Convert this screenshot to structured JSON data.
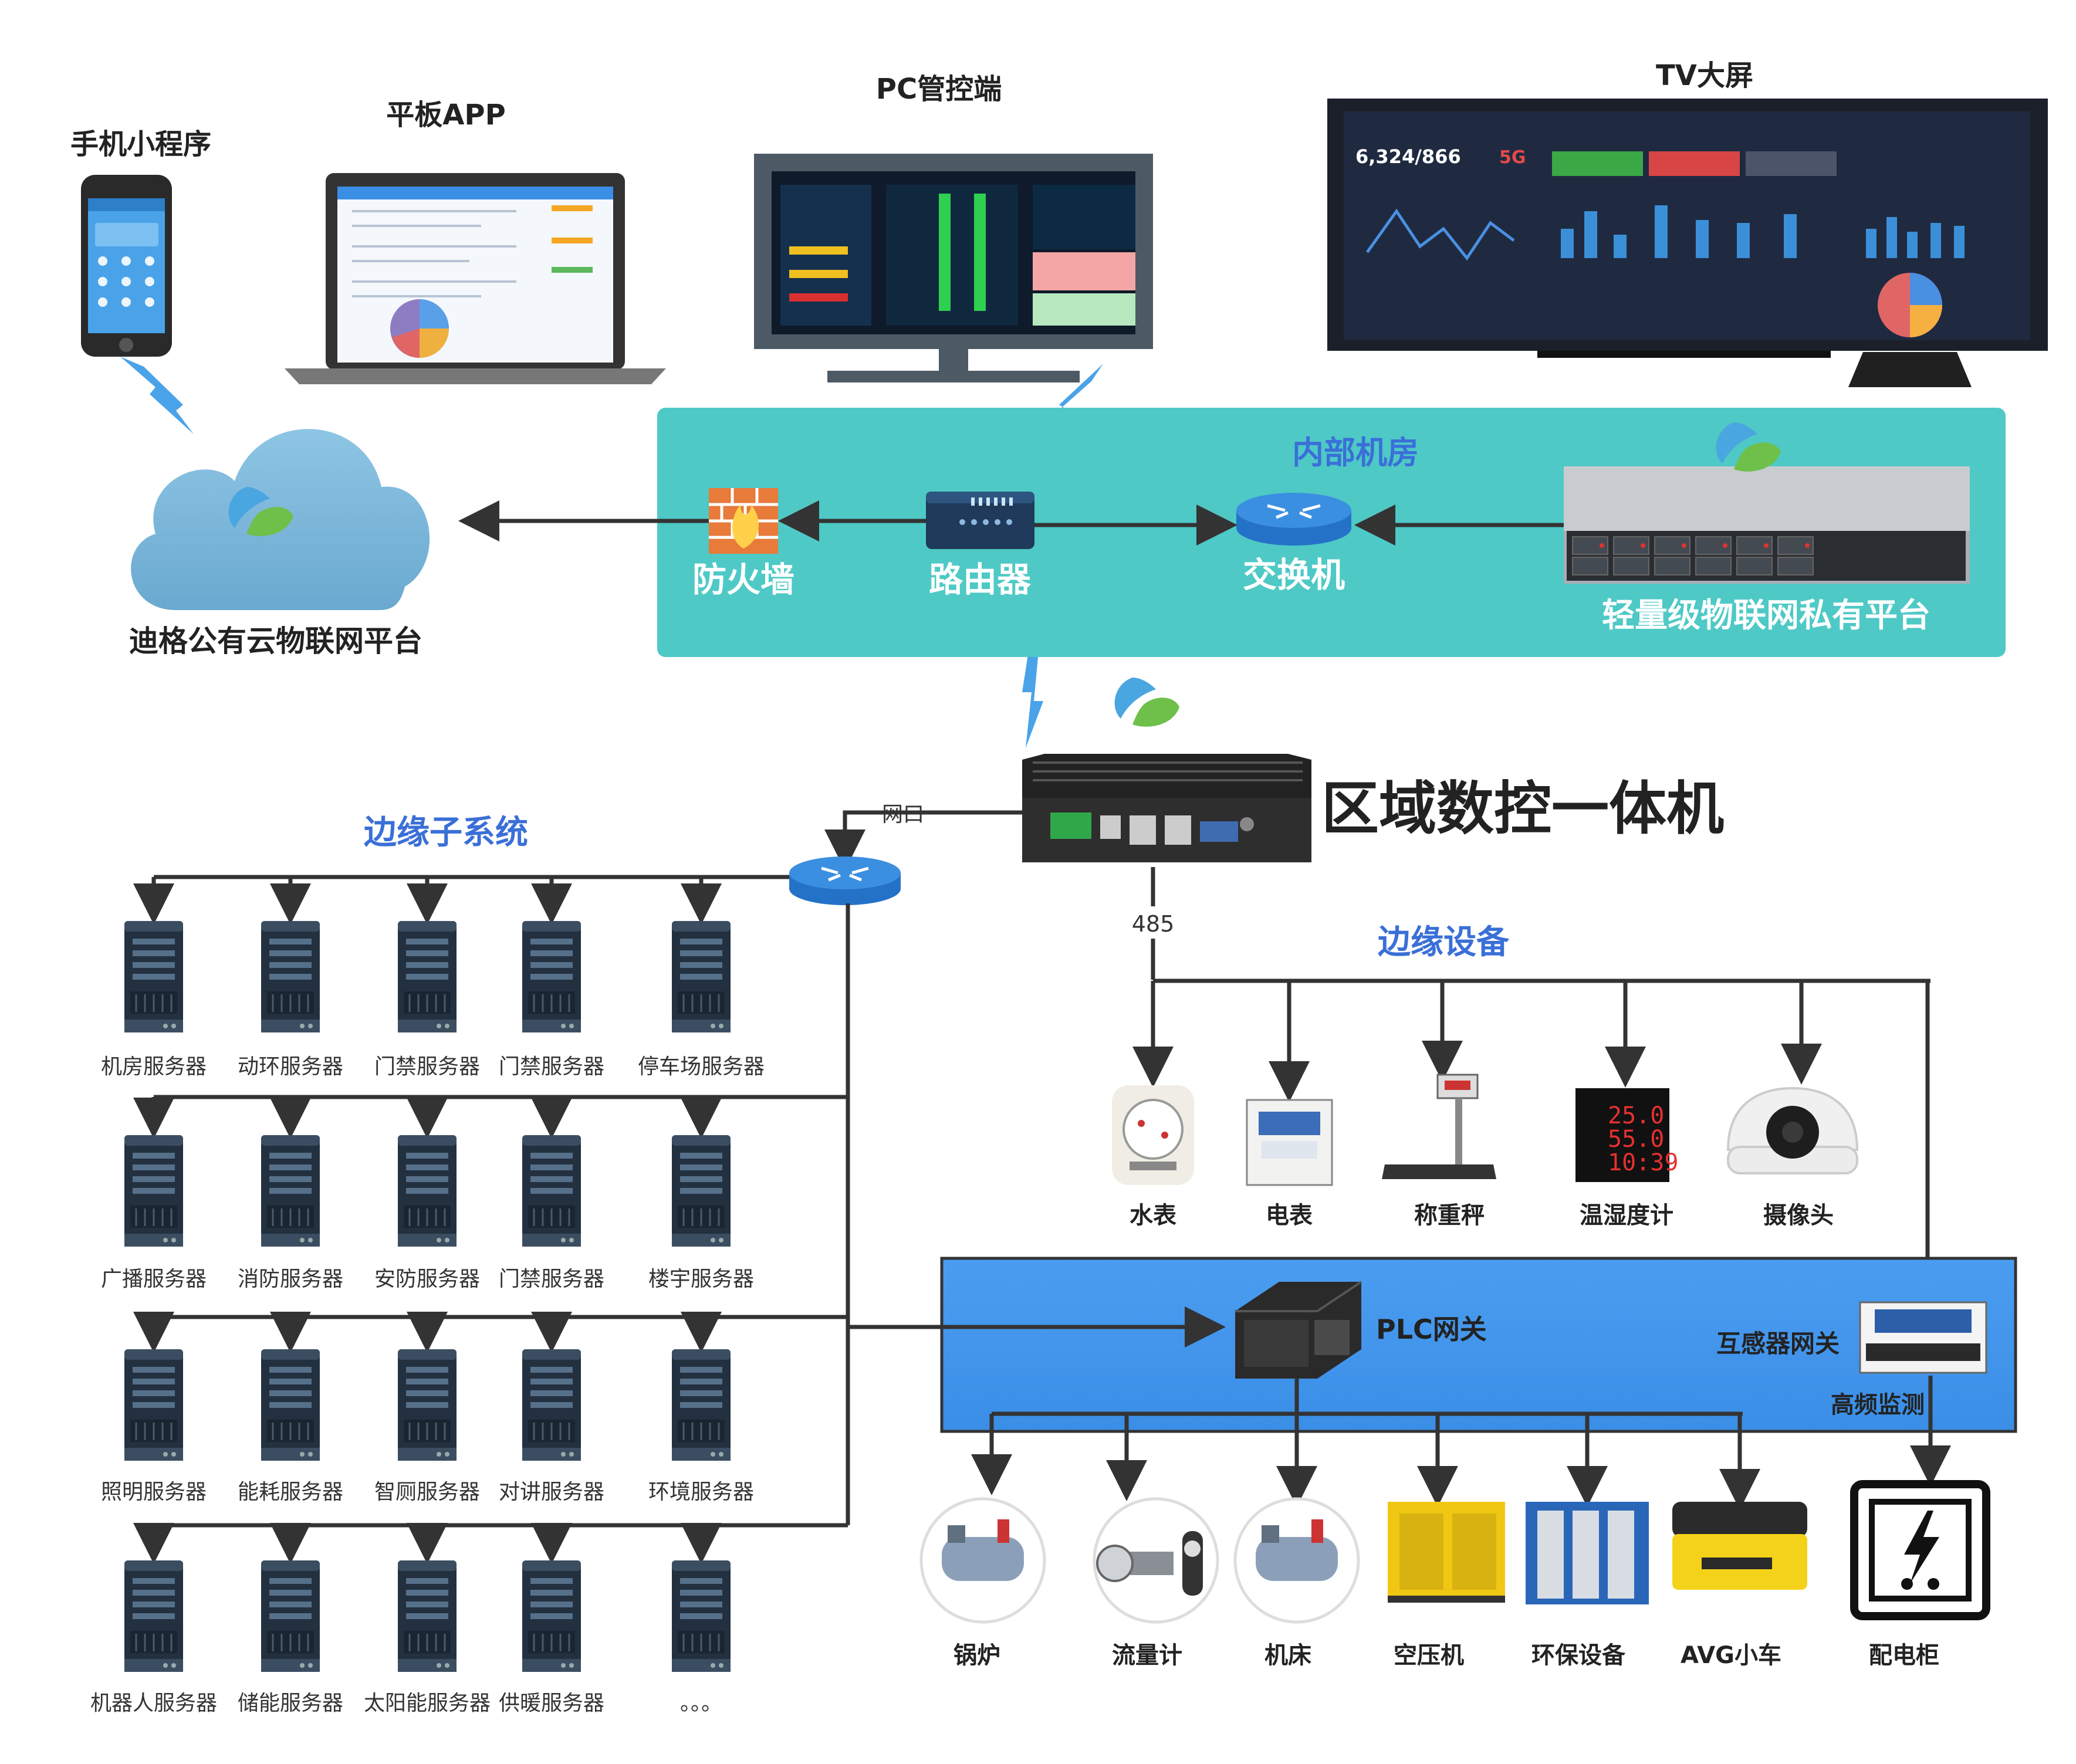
{
  "clients": {
    "phone_label": "手机小程序",
    "tablet_label": "平板APP",
    "pc_label": "PC管控端",
    "tv_label": "TV大屏",
    "tv_number": "6,324/866",
    "tv_badge": "5G"
  },
  "cloud": {
    "label": "迪格公有云物联网平台"
  },
  "internal_room": {
    "title": "内部机房",
    "firewall": "防火墙",
    "router": "路由器",
    "switch": "交换机",
    "private_platform": "轻量级物联网私有平台"
  },
  "controller": {
    "label": "区域数控一体机",
    "port_label": "网口",
    "bus_label": "485"
  },
  "edge_subsystem": {
    "title": "边缘子系统",
    "rows": [
      [
        "机房服务器",
        "动环服务器",
        "门禁服务器",
        "门禁服务器",
        "停车场服务器"
      ],
      [
        "广播服务器",
        "消防服务器",
        "安防服务器",
        "门禁服务器",
        "楼宇服务器"
      ],
      [
        "照明服务器",
        "能耗服务器",
        "智厕服务器",
        "对讲服务器",
        "环境服务器"
      ],
      [
        "机器人服务器",
        "储能服务器",
        "太阳能服务器",
        "供暖服务器",
        "。。。"
      ]
    ]
  },
  "edge_devices": {
    "title": "边缘设备",
    "items": [
      "水表",
      "电表",
      "称重秤",
      "温湿度计",
      "摄像头"
    ],
    "thermo_readings": [
      "25.0",
      "55.0",
      "10:39"
    ]
  },
  "gateway_panel": {
    "plc": "PLC网关",
    "sensor_gateway": "互感器网关",
    "hf_monitor": "高频监测"
  },
  "equipment": {
    "items": [
      "锅炉",
      "流量计",
      "机床",
      "空压机",
      "环保设备",
      "AVG小车",
      "配电柜"
    ]
  }
}
